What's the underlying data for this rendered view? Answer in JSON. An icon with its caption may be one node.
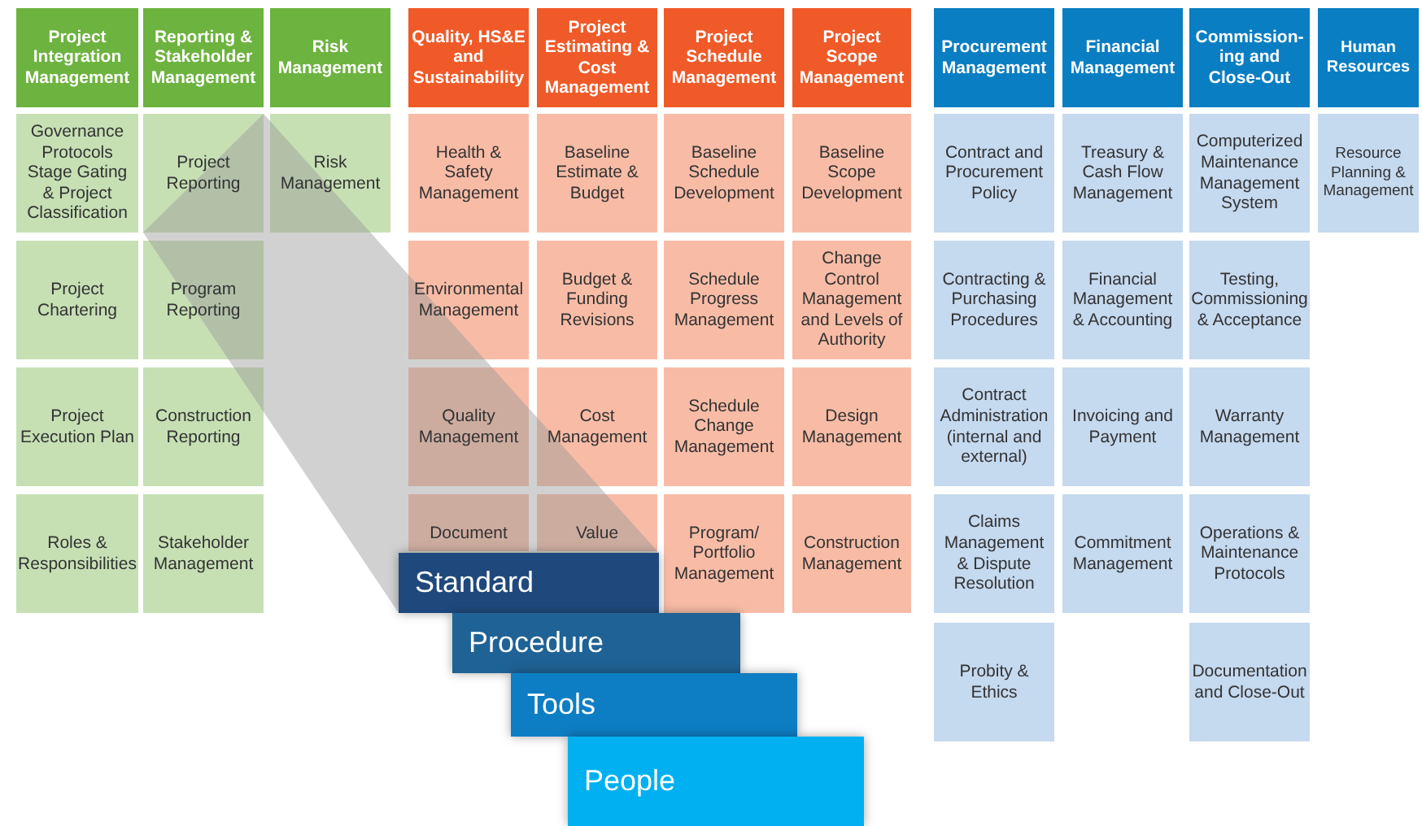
{
  "diagram": {
    "nodes": [
      {
        "text": [
          "Project Integration Management"
        ]
      },
      {
        "text": [
          "Governance Protocols Stage Gating & Project Classification"
        ]
      },
      {
        "text": [
          "Project Chartering"
        ]
      },
      {
        "text": [
          "Project Execution Plan"
        ]
      },
      {
        "text": [
          "Roles & Responsibilities"
        ]
      },
      {
        "text": [
          "Reporting & Stakeholder Management"
        ]
      },
      {
        "text": [
          "Project Reporting"
        ]
      },
      {
        "text": [
          "Program Reporting"
        ]
      },
      {
        "text": [
          "Construction Reporting"
        ]
      },
      {
        "text": [
          "Stakeholder Management"
        ]
      },
      {
        "text": [
          "Risk Management"
        ]
      },
      {
        "text": [
          "Risk Management"
        ]
      },
      {
        "text": [
          "Quality, HS&E and Sustainability"
        ]
      },
      {
        "text": [
          "Health & Safety Management"
        ]
      },
      {
        "text": [
          "Environmental Management"
        ]
      },
      {
        "text": [
          "Quality Management"
        ]
      },
      {
        "text": [
          "Document"
        ]
      },
      {
        "text": [
          "Project Estimating & Cost Management"
        ]
      },
      {
        "text": [
          "Baseline Estimate & Budget"
        ]
      },
      {
        "text": [
          "Budget & Funding Revisions"
        ]
      },
      {
        "text": [
          "Cost Management"
        ]
      },
      {
        "text": [
          "Value"
        ]
      },
      {
        "text": [
          "Project Schedule Management"
        ]
      },
      {
        "text": [
          "Baseline Schedule Development"
        ]
      },
      {
        "text": [
          "Schedule Progress Management"
        ]
      },
      {
        "text": [
          "Schedule Change Management"
        ]
      },
      {
        "text": [
          "Program/ Portfolio Management"
        ]
      },
      {
        "text": [
          "Project Scope Management"
        ]
      },
      {
        "text": [
          "Baseline Scope Development"
        ]
      },
      {
        "text": [
          "Change Control Management and Levels of Authority"
        ]
      },
      {
        "text": [
          "Design Management"
        ]
      },
      {
        "text": [
          "Construction Management"
        ]
      },
      {
        "text": [
          "Procurement Management"
        ]
      },
      {
        "text": [
          "Contract and Procurement Policy"
        ]
      },
      {
        "text": [
          "Contracting & Purchasing Procedures"
        ]
      },
      {
        "text": [
          "Contract Administration (internal and external)"
        ]
      },
      {
        "text": [
          "Claims Management & Dispute Resolution"
        ]
      },
      {
        "text": [
          "Probity & Ethics"
        ]
      },
      {
        "text": [
          "Financial Management"
        ]
      },
      {
        "text": [
          "Treasury & Cash Flow Management"
        ]
      },
      {
        "text": [
          "Financial Management & Accounting"
        ]
      },
      {
        "text": [
          "Invoicing and Payment"
        ]
      },
      {
        "text": [
          "Commitment Management"
        ]
      },
      {
        "text": [
          "Commission-ing and Close-Out"
        ]
      },
      {
        "text": [
          "Computerized Maintenance Management System"
        ]
      },
      {
        "text": [
          "Testing, Commissioning & Acceptance"
        ]
      },
      {
        "text": [
          "Warranty Management"
        ]
      },
      {
        "text": [
          "Operations & Maintenance Protocols"
        ]
      },
      {
        "text": [
          "Documentation and Close-Out"
        ]
      },
      {
        "text": [
          "Human Resources"
        ]
      },
      {
        "text": [
          "Resource Planning & Management"
        ]
      },
      {
        "text": [
          "Standard"
        ]
      },
      {
        "text": [
          "Procedure"
        ]
      },
      {
        "text": [
          "Tools"
        ]
      },
      {
        "text": [
          "People"
        ]
      }
    ],
    "edges": [
      {
        "from": 6,
        "to": 51,
        "arrow": "none",
        "style": "thick"
      }
    ]
  }
}
